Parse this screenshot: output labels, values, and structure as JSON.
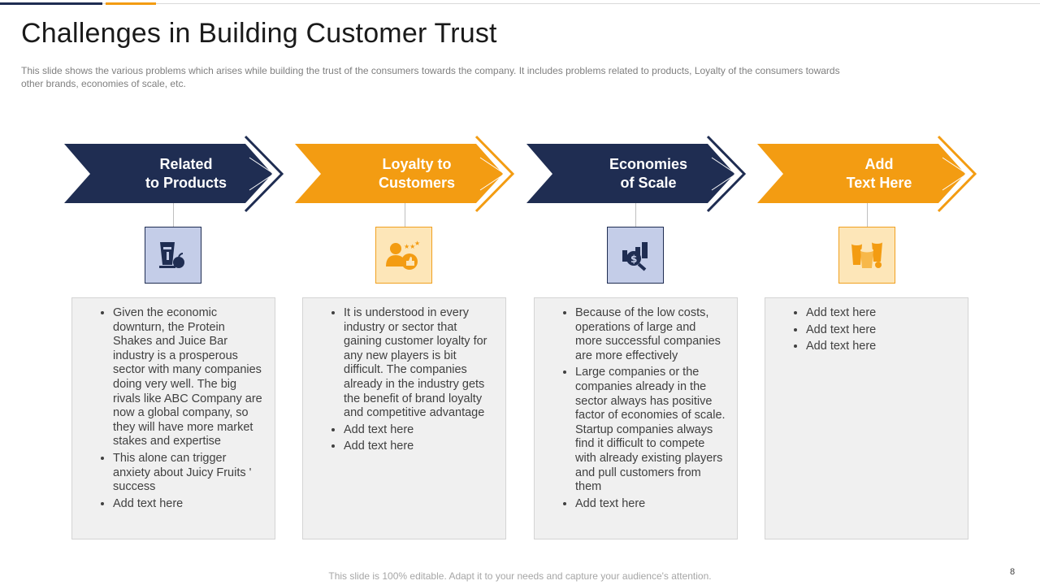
{
  "slide": {
    "title": "Challenges in Building Customer Trust",
    "subtitle": "This slide shows the various  problems which arises while building the trust of the consumers towards the company. It includes problems related to products, Loyalty of  the consumers towards other brands, economies of scale, etc.",
    "footer": "This slide is 100% editable. Adapt it to your needs and capture your audience's attention.",
    "page_number": "8"
  },
  "colors": {
    "navy": "#1f2d52",
    "orange": "#f39c12",
    "box_bg": "#f0f0f0"
  },
  "columns": [
    {
      "heading_line1": "Related",
      "heading_line2": "to Products",
      "color": "navy",
      "icon": "protein-shake-fruit-icon",
      "bullets": [
        "Given the economic downturn, the Protein Shakes and Juice Bar industry is a prosperous sector with many companies doing very well. The big rivals like ABC Company are now a global company, so they will have more market stakes and expertise",
        "This alone can trigger anxiety about Juicy Fruits ' success",
        "Add text here"
      ]
    },
    {
      "heading_line1": "Loyalty to",
      "heading_line2": "Customers",
      "color": "orange",
      "icon": "customer-loyalty-thumbs-up-icon",
      "bullets": [
        "It is understood in every industry or sector that gaining customer loyalty for any new players is bit difficult. The companies already in the industry gets the benefit of brand loyalty and competitive advantage",
        "Add text here",
        "Add text here"
      ]
    },
    {
      "heading_line1": "Economies",
      "heading_line2": "of Scale",
      "color": "navy",
      "icon": "cost-analysis-chart-icon",
      "bullets": [
        "Because of the low costs, operations of large and more successful companies are more effectively",
        "Large companies or the companies already in the sector always has positive factor of economies of scale. Startup companies always find it difficult to compete with already existing players and pull customers from them",
        "Add text here"
      ]
    },
    {
      "heading_line1": "Add",
      "heading_line2": "Text Here",
      "color": "orange",
      "icon": "juice-glasses-icon",
      "bullets": [
        "Add text here",
        "Add text here",
        "Add text here"
      ]
    }
  ]
}
